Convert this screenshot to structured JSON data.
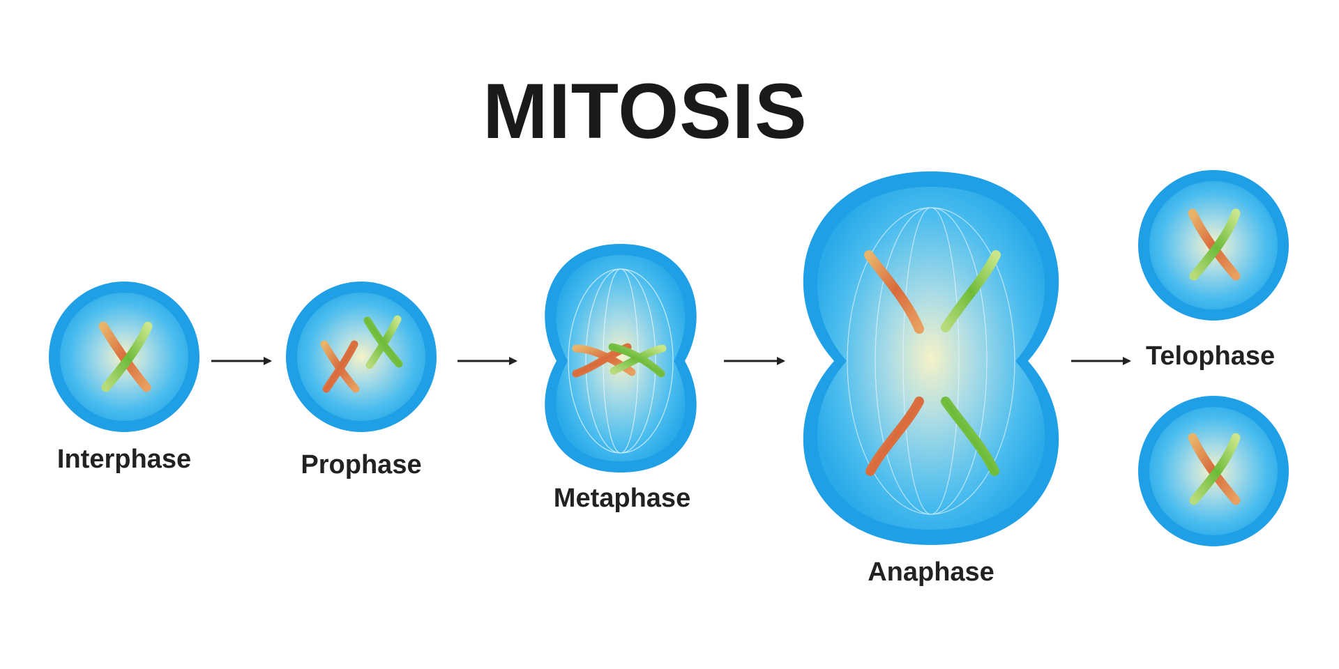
{
  "title": "MITOSIS",
  "phases": [
    {
      "id": "interphase",
      "label": "Interphase"
    },
    {
      "id": "prophase",
      "label": "Prophase"
    },
    {
      "id": "metaphase",
      "label": "Metaphase"
    },
    {
      "id": "anaphase",
      "label": "Anaphase"
    },
    {
      "id": "telophase",
      "label": "Telophase"
    }
  ],
  "colors": {
    "membrane_outer": "#1f9fe6",
    "membrane_inner": "#38b6f1",
    "cytoplasm_center": "#f4f1c6",
    "chromosome_red": "#d96a3c",
    "chromosome_green": "#7cc443",
    "arrow": "#222222"
  }
}
